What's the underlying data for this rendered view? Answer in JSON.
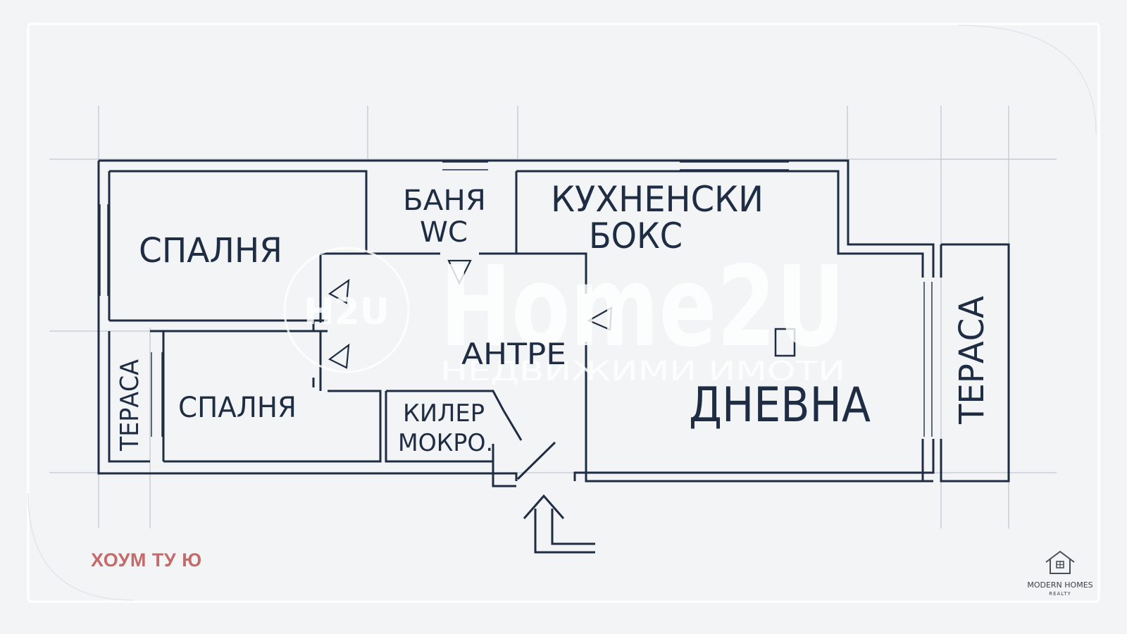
{
  "rooms": {
    "bedroom_top": "СПАЛНЯ",
    "bathroom_line1": "БАНЯ",
    "bathroom_line2": "WC",
    "kitchen_line1": "КУХНЕНСКИ",
    "kitchen_line2": "БОКС",
    "terrace_left": "ТЕРАСА",
    "bedroom_bottom": "СПАЛНЯ",
    "hallway": "АНТРЕ",
    "pantry_line1": "КИЛЕР",
    "pantry_line2": "МОКРО.",
    "living_room": "ДНЕВНА",
    "terrace_right": "ТЕРАСА"
  },
  "watermark": {
    "logo_mark": "H2U",
    "name": "Home2U",
    "tagline": "НЕДВИЖИМИ ИМОТИ"
  },
  "agency_label": "ХОУМ ТУ Ю",
  "brand": {
    "name": "MODERN HOMES",
    "sub": "REALTY",
    "icon": "house-icon"
  },
  "colors": {
    "wall": "#1e2c44",
    "grid": "#c3c8d1",
    "agency_label": "#c46a6a",
    "background": "#f3f4f5"
  }
}
